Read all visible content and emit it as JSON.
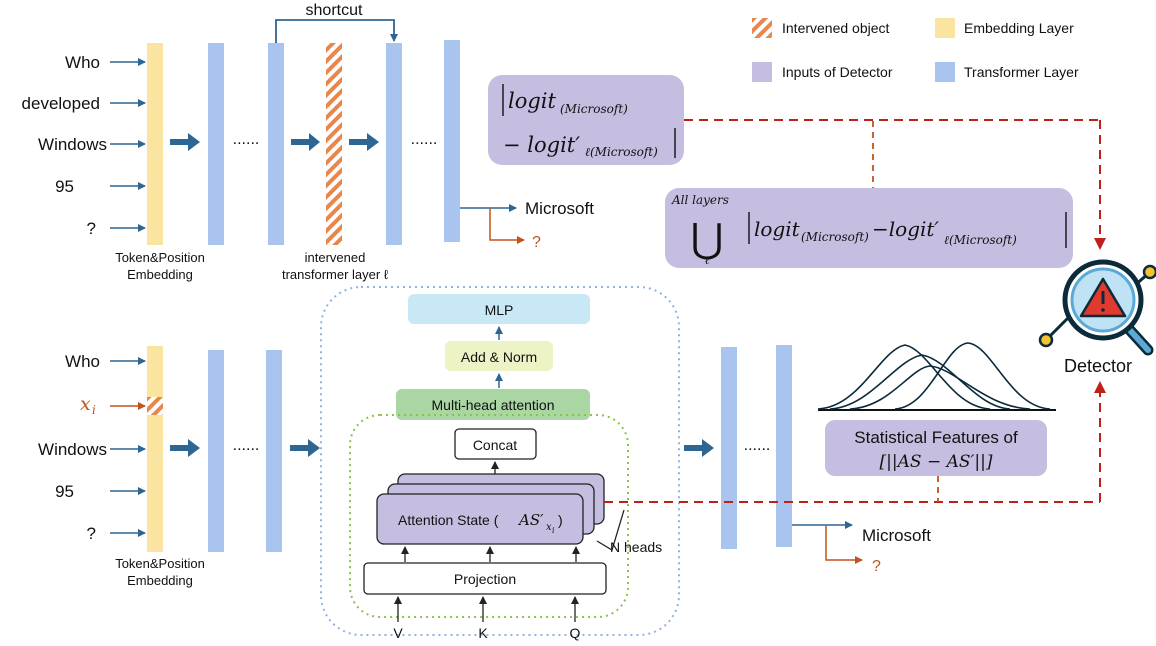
{
  "colors": {
    "embedding": "#fbe3a0",
    "transformer": "#a9c4ee",
    "detector_input": "#c6bee0",
    "hatch": "#e8864c",
    "arrow_blue": "#2d6593",
    "arrow_orange": "#c0541c",
    "dash_red": "#c0201a",
    "mlp": "#c9e8f5",
    "addnorm": "#eef3c6",
    "mha": "#a9d6a3",
    "outer_dotted": "#8fb3e0",
    "inner_dotted": "#8cc24a"
  },
  "legend": {
    "intervened": "Intervened object",
    "embedding": "Embedding Layer",
    "detector_inputs": "Inputs of Detector",
    "transformer": "Transformer Layer"
  },
  "top": {
    "tokens": [
      "Who",
      "developed",
      "Windows",
      "95",
      "?"
    ],
    "shortcut": "shortcut",
    "dots_1": "......",
    "dots_2": "......",
    "embedding_label_1": "Token&Position",
    "embedding_label_2": "Embedding",
    "intervened_label_1": "intervened",
    "intervened_label_2": "transformer layer ℓ",
    "output": "Microsoft",
    "output_alt": "?"
  },
  "formula1": {
    "line1": "logit",
    "line1_sub": "(Microsoft)",
    "line2": "− logit′",
    "line2_sub": "ℓ(Microsoft)"
  },
  "formula2": {
    "all_layers": "All layers",
    "union": "⋃",
    "union_sub": "ℓ",
    "logit": "logit",
    "logit_sub": "(Microsoft)",
    "minus": "−logit′",
    "minus_sub": "ℓ(Microsoft)"
  },
  "detector": {
    "label": "Detector"
  },
  "bottom": {
    "tokens": [
      "Who",
      "x",
      "Windows",
      "95",
      "?"
    ],
    "x_sub": "i",
    "dots_1": "......",
    "dots_2": "......",
    "embedding_label_1": "Token&Position",
    "embedding_label_2": "Embedding",
    "output": "Microsoft",
    "output_alt": "?"
  },
  "block": {
    "mlp": "MLP",
    "addnorm": "Add & Norm",
    "mha": "Multi-head attention",
    "concat": "Concat",
    "attention_state": "Attention State (",
    "as_sym": "AS′",
    "as_sub": "x",
    "as_subsub": "i",
    "as_close": ")",
    "heads": "N heads",
    "projection": "Projection",
    "v": "V",
    "k": "K",
    "q": "Q"
  },
  "stats": {
    "line1": "Statistical Features of",
    "line2": "[||AS − AS′||]"
  }
}
